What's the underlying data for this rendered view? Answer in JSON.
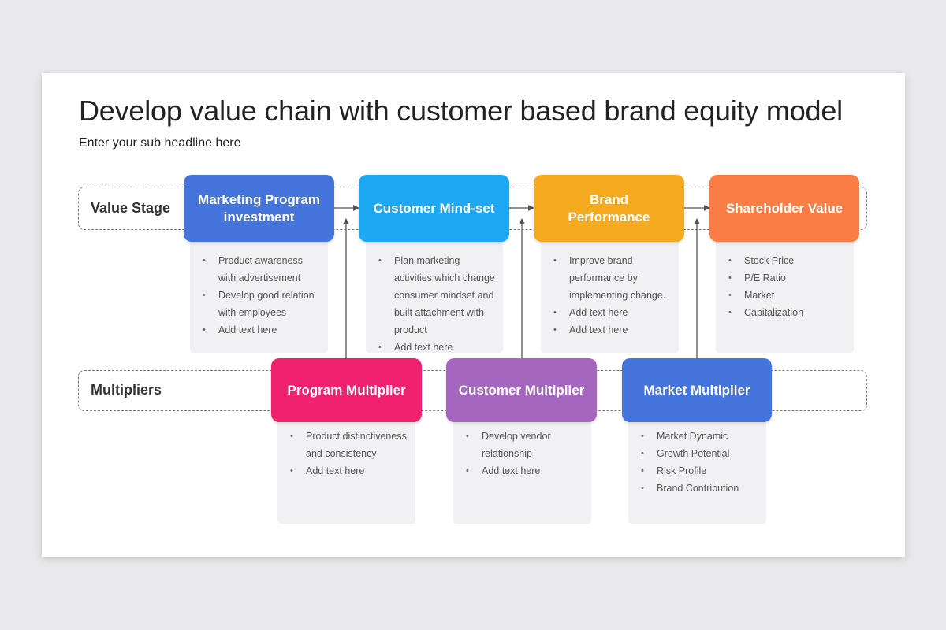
{
  "title": "Develop value chain with customer based brand equity model",
  "subtitle": "Enter your sub headline here",
  "lanes": {
    "value_stage": "Value Stage",
    "multipliers": "Multipliers"
  },
  "stages": [
    {
      "label": "Marketing Program investment",
      "color": "#4674dd",
      "items": [
        "Product awareness with advertisement",
        "Develop good relation with employees",
        "Add text here"
      ]
    },
    {
      "label": "Customer Mind-set",
      "color": "#1ea8f4",
      "items": [
        "Plan marketing activities which change consumer mindset and built attachment with product",
        "Add text here"
      ]
    },
    {
      "label": "Brand Performance",
      "color": "#f5a91e",
      "items": [
        "Improve brand performance by implementing change.",
        "Add text here",
        "Add text here"
      ]
    },
    {
      "label": "Shareholder Value",
      "color": "#fb7d46",
      "items": [
        "Stock Price",
        "P/E Ratio",
        "Market",
        "Capitalization"
      ]
    }
  ],
  "multipliers": [
    {
      "label": "Program Multiplier",
      "color": "#f0216f",
      "items": [
        "Product distinctiveness and consistency",
        "Add text here"
      ]
    },
    {
      "label": "Customer Multiplier",
      "color": "#a466bf",
      "items": [
        "Develop vendor relationship",
        "Add text here"
      ]
    },
    {
      "label": "Market Multiplier",
      "color": "#4674dd",
      "items": [
        "Market Dynamic",
        "Growth Potential",
        "Risk Profile",
        "Brand Contribution"
      ]
    }
  ]
}
